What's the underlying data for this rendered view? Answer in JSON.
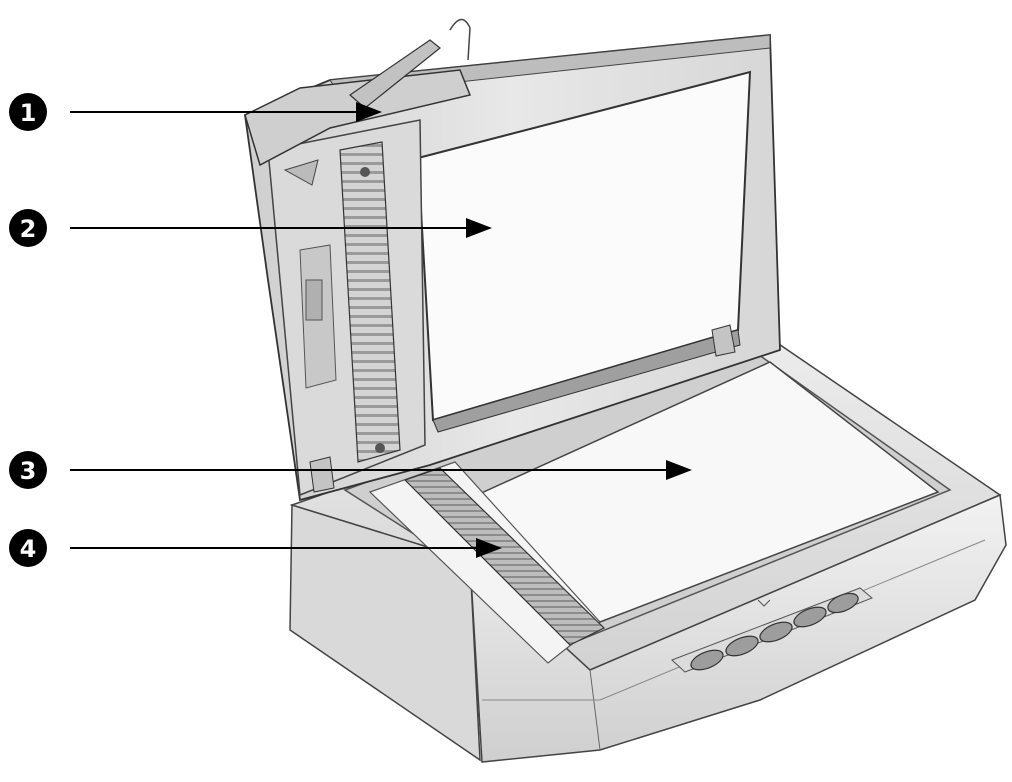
{
  "callouts": [
    {
      "number": "1"
    },
    {
      "number": "2"
    },
    {
      "number": "3"
    },
    {
      "number": "4"
    }
  ],
  "colors": {
    "background": "#ffffff",
    "line": "#000000",
    "badge": "#000000",
    "scanner_body": "#e6e6e6",
    "glass": "#f7f7f7",
    "outline": "#333333"
  }
}
